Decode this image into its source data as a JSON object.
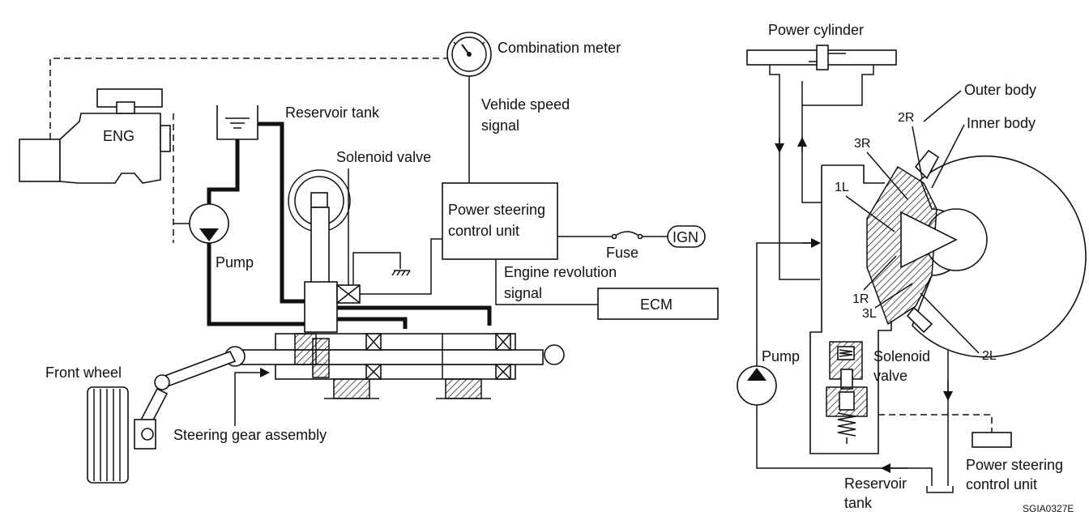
{
  "left_diagram": {
    "labels": {
      "combination_meter": "Combination meter",
      "vehicle_speed_line1": "Vehide speed",
      "vehicle_speed_line2": "signal",
      "reservoir_tank": "Reservoir tank",
      "solenoid_valve": "Solenoid valve",
      "eng": "ENG",
      "pscu_line1": "Power steering",
      "pscu_line2": "control unit",
      "fuse": "Fuse",
      "ign": "IGN",
      "pump": "Pump",
      "engine_rev_line1": "Engine revolution",
      "engine_rev_line2": "signal",
      "ecm": "ECM",
      "front_wheel": "Front wheel",
      "steering_gear": "Steering gear assembly"
    }
  },
  "right_diagram": {
    "labels": {
      "power_cylinder": "Power cylinder",
      "outer_body": "Outer body",
      "inner_body": "Inner body",
      "code_2R": "2R",
      "code_3R": "3R",
      "code_1L": "1L",
      "code_1R": "1R",
      "code_3L": "3L",
      "code_2L": "2L",
      "pump": "Pump",
      "solenoid_line1": "Solenoid",
      "solenoid_line2": "valve",
      "pscu_line1": "Power steering",
      "pscu_line2": "control unit",
      "reservoir_line1": "Reservoir",
      "reservoir_line2": "tank"
    }
  },
  "figure_code": "SGIA0327E"
}
